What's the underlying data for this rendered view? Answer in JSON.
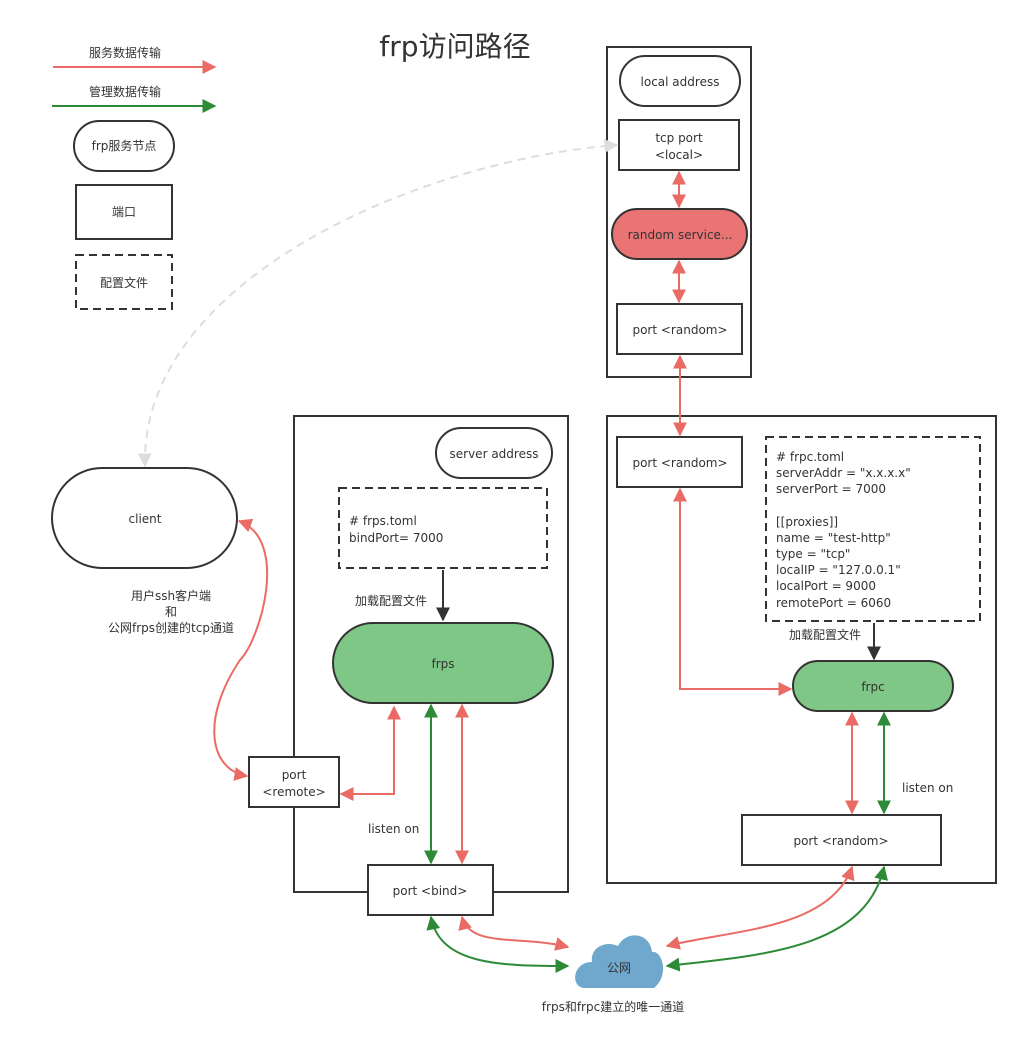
{
  "title": "frp访问路径",
  "colors": {
    "service_data": "#ea6b66",
    "management_data": "#2d8a37",
    "frp_node_fill": "#7fc786",
    "random_service_fill": "#ea7373",
    "cloud_fill": "#6fa8cc",
    "request_path": "#dddddd"
  },
  "legend": {
    "service_data_label": "服务数据传输",
    "management_data_label": "管理数据传输",
    "frp_node_label": "frp服务节点",
    "port_label": "端口",
    "config_label": "配置文件"
  },
  "local_group": {
    "address": "local address",
    "tcp_port_line1": "tcp port",
    "tcp_port_line2": "<local>",
    "random_service": "random service...",
    "port_random": "port <random>"
  },
  "server_group": {
    "address": "server address",
    "config_lines": [
      "# frps.toml",
      "bindPort= 7000"
    ],
    "load_config": "加载配置文件",
    "frps": "frps",
    "port_remote_line1": "port",
    "port_remote_line2": "<remote>",
    "listen_on": "listen on",
    "port_bind": "port <bind>"
  },
  "client_group": {
    "port_random_top": "port <random>",
    "config_lines": [
      "# frpc.toml",
      "serverAddr = \"x.x.x.x\"",
      "serverPort = 7000",
      "",
      "[[proxies]]",
      "name = \"test-http\"",
      "type = \"tcp\"",
      "localIP = \"127.0.0.1\"",
      "localPort = 9000",
      "remotePort = 6060"
    ],
    "load_config": "加载配置文件",
    "frpc": "frpc",
    "listen_on": "listen on",
    "port_random_bottom": "port <random>"
  },
  "client": {
    "label": "client",
    "note_lines": [
      "用户ssh客户端",
      "和",
      "公网frps创建的tcp通道"
    ]
  },
  "cloud": {
    "label": "公网",
    "caption": "frps和frpc建立的唯一通道"
  }
}
